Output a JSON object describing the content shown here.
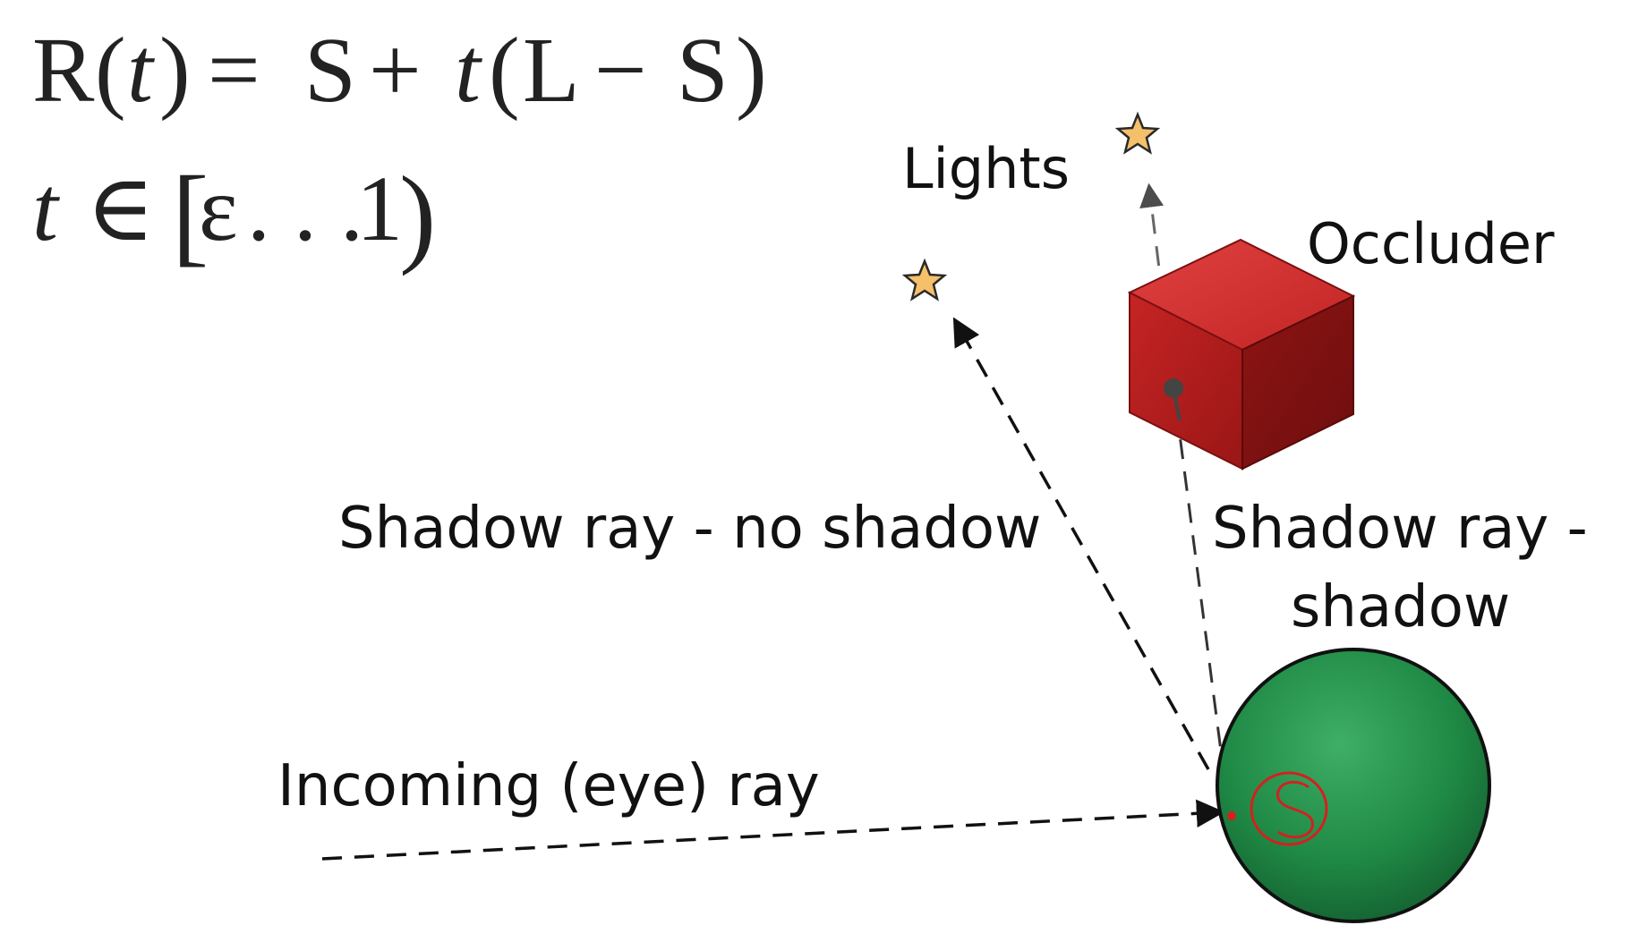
{
  "equations": {
    "ray_eq": {
      "R": "R",
      "open1": "(",
      "t1": "t",
      "close1": ")",
      "equals": "=",
      "S1": "S",
      "plus": "+",
      "t2": "t",
      "open2": "(",
      "L": "L",
      "minus": "−",
      "S2": "S",
      "close2": ")"
    },
    "interval": {
      "t": "t",
      "in": "∈",
      "bracket": "[",
      "epsilon": "ε",
      "dots": ". . .",
      "one": "1",
      "close": ")"
    }
  },
  "labels": {
    "lights": "Lights",
    "occluder": "Occluder",
    "shadow_no_shadow": "Shadow ray - no shadow",
    "shadow_shadow_line1": "Shadow ray -",
    "shadow_shadow_line2": "shadow",
    "incoming_ray": "Incoming (eye) ray"
  },
  "colors": {
    "light_star": "#f5c06a",
    "occluder_front": "#b51c1c",
    "sphere": "#1f8a45",
    "annotation": "#d42020"
  },
  "icons": {
    "light": "star-icon",
    "occluder": "cube-icon",
    "surface": "sphere-icon"
  }
}
